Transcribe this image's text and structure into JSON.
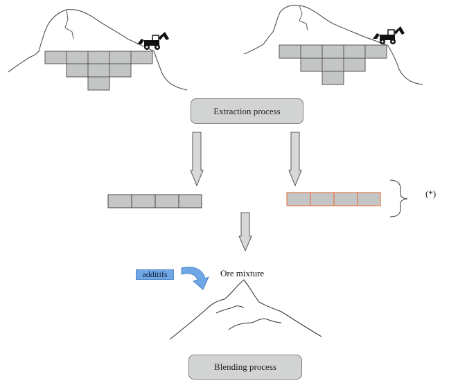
{
  "labels": {
    "extraction": "Extraction process",
    "blending": "Blending process",
    "ore_mixture": "Ore mixture",
    "additives": "additifs",
    "note": "(*)"
  },
  "colors": {
    "block_fill": "#c4c5c5",
    "block_stroke": "#555555",
    "highlight_stroke": "#e8784a",
    "arrow_fill": "#d8d8d8",
    "additives_fill": "#6fa7e6",
    "curved_arrow": "#6fa7e6"
  },
  "icons": [
    "backhoe-loader-icon",
    "backhoe-loader-icon",
    "curved-arrow-icon"
  ]
}
